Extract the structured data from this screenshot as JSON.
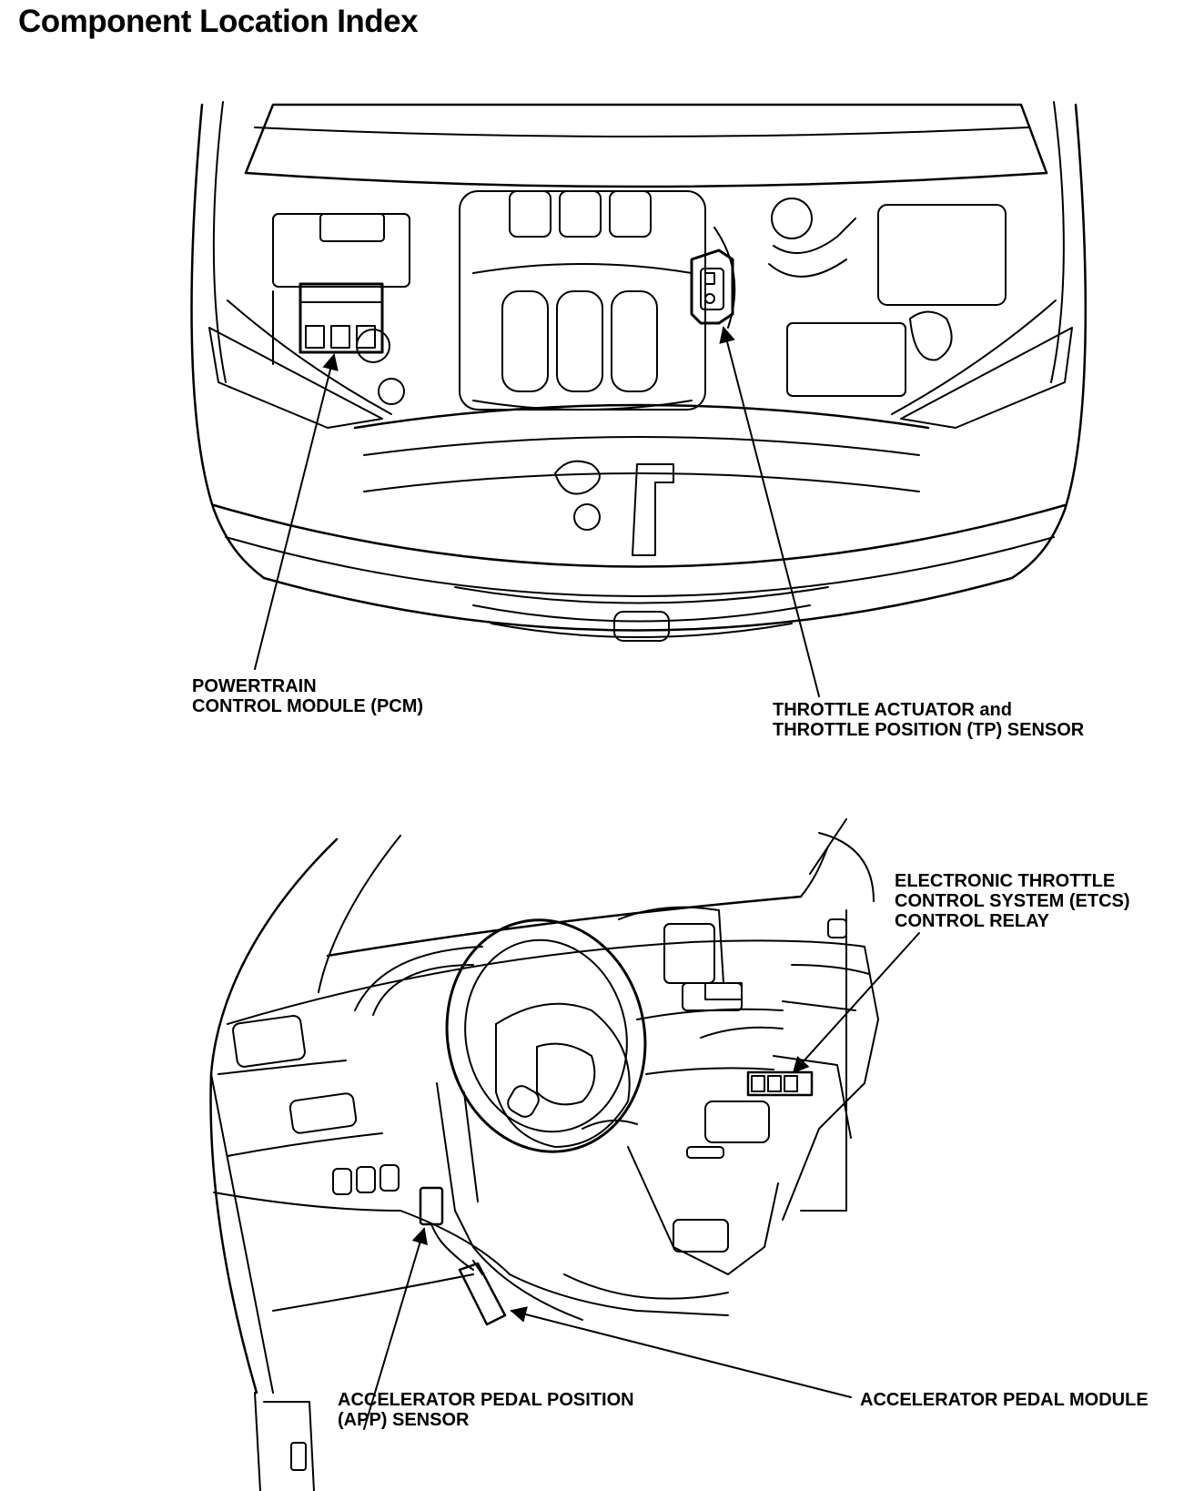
{
  "page": {
    "title": "Component Location Index"
  },
  "engine_view": {
    "labels": {
      "pcm_line1": "POWERTRAIN",
      "pcm_line2": "CONTROL MODULE (PCM)",
      "throttle_line1": "THROTTLE ACTUATOR and",
      "throttle_line2": "THROTTLE POSITION (TP) SENSOR"
    }
  },
  "interior_view": {
    "labels": {
      "etcs_line1": "ELECTRONIC THROTTLE",
      "etcs_line2": "CONTROL SYSTEM (ETCS)",
      "etcs_line3": "CONTROL RELAY",
      "app_line1": "ACCELERATOR PEDAL POSITION",
      "app_line2": "(APP) SENSOR",
      "pedal_module": "ACCELERATOR PEDAL MODULE"
    }
  }
}
